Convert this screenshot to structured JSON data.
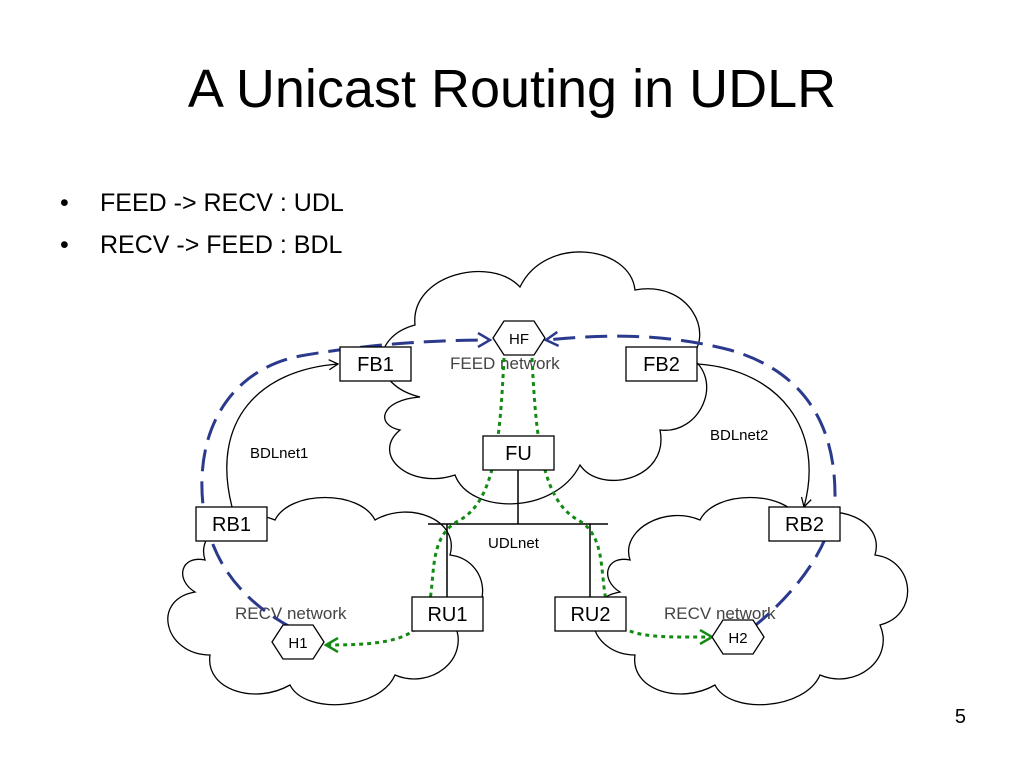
{
  "slide": {
    "title": "A Unicast Routing in UDLR",
    "bullets": [
      {
        "marker": "•",
        "text": "FEED -> RECV : UDL"
      },
      {
        "marker": "•",
        "text": "RECV -> FEED : BDL"
      }
    ],
    "page_number": "5"
  },
  "diagram": {
    "clouds": {
      "feed": "FEED network",
      "recv_left": "RECV network",
      "recv_right": "RECV network"
    },
    "nodes": {
      "hf": "HF",
      "fb1": "FB1",
      "fb2": "FB2",
      "fu": "FU",
      "rb1": "RB1",
      "rb2": "RB2",
      "ru1": "RU1",
      "ru2": "RU2",
      "h1": "H1",
      "h2": "H2"
    },
    "links": {
      "bdlnet1": "BDLnet1",
      "bdlnet2": "BDLnet2",
      "udlnet": "UDLnet"
    },
    "colors": {
      "bdl_path": "#2b3a8c",
      "udl_path": "#138a13",
      "cloud_stroke": "#000000"
    }
  }
}
